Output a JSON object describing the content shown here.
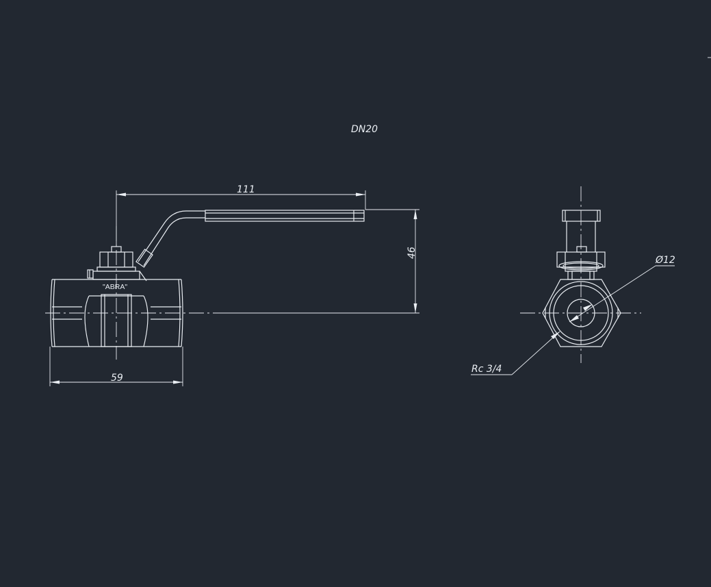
{
  "drawing": {
    "title": "DN20",
    "brand_mark": "\"ABRA\"",
    "dimensions": {
      "handle_length": "111",
      "height_to_axis": "46",
      "body_length": "59",
      "bore_diameter": "Ø12",
      "thread": "Rc 3/4"
    }
  }
}
